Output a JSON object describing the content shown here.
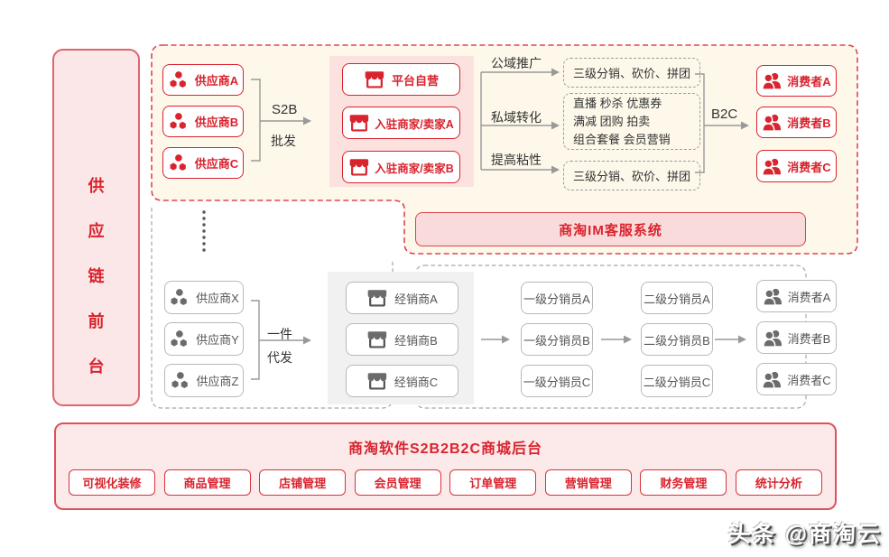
{
  "left_panel": {
    "label": "供应链前台",
    "chars": [
      "供",
      "应",
      "链",
      "前",
      "台"
    ]
  },
  "front_office": {
    "suppliers": [
      "供应商A",
      "供应商B",
      "供应商C"
    ],
    "s2b_label_top": "S2B",
    "s2b_label_bottom": "批发",
    "platform_nodes": [
      "平台自营",
      "入驻商家/卖家A",
      "入驻商家/卖家B"
    ],
    "strategies": [
      "公域推广",
      "私域转化",
      "提高粘性"
    ],
    "marketing_top": "三级分销、砍价、拼团",
    "marketing_middle_lines": [
      "直播 秒杀 优惠券",
      "满减 团购 拍卖",
      "组合套餐 会员营销"
    ],
    "marketing_bottom": "三级分销、砍价、拼团",
    "b2c_label": "B2C",
    "consumers": [
      "消费者A",
      "消费者B",
      "消费者C"
    ],
    "im_banner": "商淘IM客服系统"
  },
  "dropship": {
    "suppliers": [
      "供应商X",
      "供应商Y",
      "供应商Z"
    ],
    "dropship_label_top": "一件",
    "dropship_label_bottom": "代发",
    "dealers": [
      "经销商A",
      "经销商B",
      "经销商C"
    ],
    "level1_distributors": [
      "一级分销员A",
      "一级分销员B",
      "一级分销员C"
    ],
    "level2_distributors": [
      "二级分销员A",
      "二级分销员B",
      "二级分销员C"
    ],
    "consumers": [
      "消费者A",
      "消费者B",
      "消费者C"
    ]
  },
  "backoffice": {
    "title": "商淘软件S2B2B2C商城后台",
    "buttons": [
      "可视化装修",
      "商品管理",
      "店铺管理",
      "会员管理",
      "订单管理",
      "营销管理",
      "财务管理",
      "统计分析"
    ]
  },
  "watermark": "头条 @商淘云",
  "colors": {
    "accent_red": "#d9232e",
    "soft_red_border": "#df646c",
    "pink_bg": "#fbe7e7",
    "banner_pink": "#fadbdb",
    "beige_bg": "#fdf8ea",
    "panel_pink": "#fbe2df",
    "gray_panel": "#f1f1f1",
    "gray_text": "#555555",
    "arrow_gray": "#999999"
  }
}
